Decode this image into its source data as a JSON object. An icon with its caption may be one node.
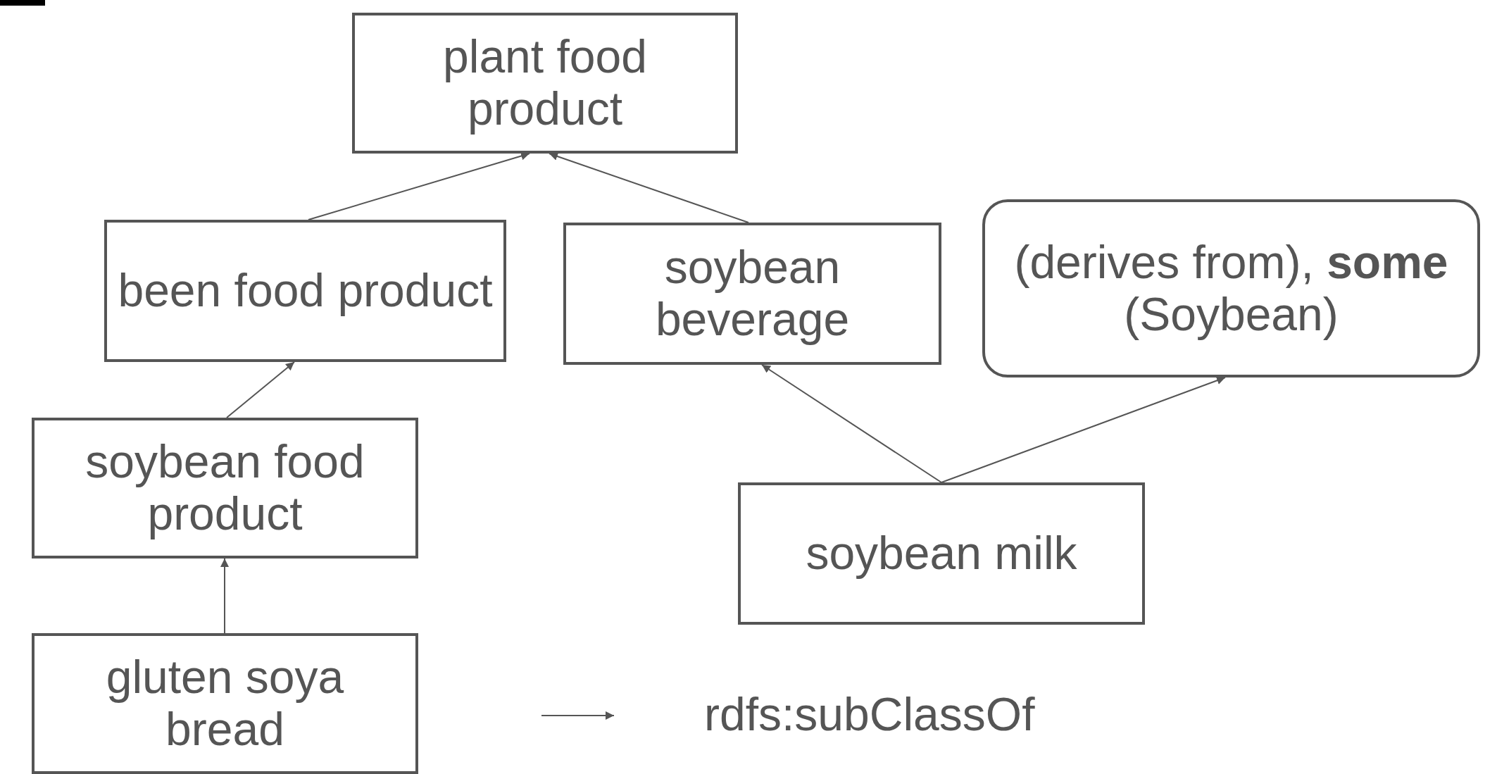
{
  "diagram": {
    "nodes": [
      {
        "text": [
          "plant food product"
        ]
      },
      {
        "text": [
          "been food product"
        ]
      },
      {
        "text": [
          "soybean beverage"
        ]
      },
      {
        "text": [
          "(derives from), **some** (Soybean)"
        ]
      },
      {
        "text": [
          "soybean food product"
        ]
      },
      {
        "text": [
          "soybean milk"
        ]
      },
      {
        "text": [
          "gluten soya bread"
        ]
      }
    ],
    "edges": [
      {
        "from": 1,
        "to": 0,
        "arrow": "to"
      },
      {
        "from": 2,
        "to": 0,
        "arrow": "to"
      },
      {
        "from": 4,
        "to": 1,
        "arrow": "to"
      },
      {
        "from": 5,
        "to": 2,
        "arrow": "to"
      },
      {
        "from": 5,
        "to": 3,
        "arrow": "to"
      },
      {
        "from": 6,
        "to": 4,
        "arrow": "to"
      }
    ],
    "legend": [
      {
        "text": "rdfs:subClassOf"
      }
    ]
  }
}
